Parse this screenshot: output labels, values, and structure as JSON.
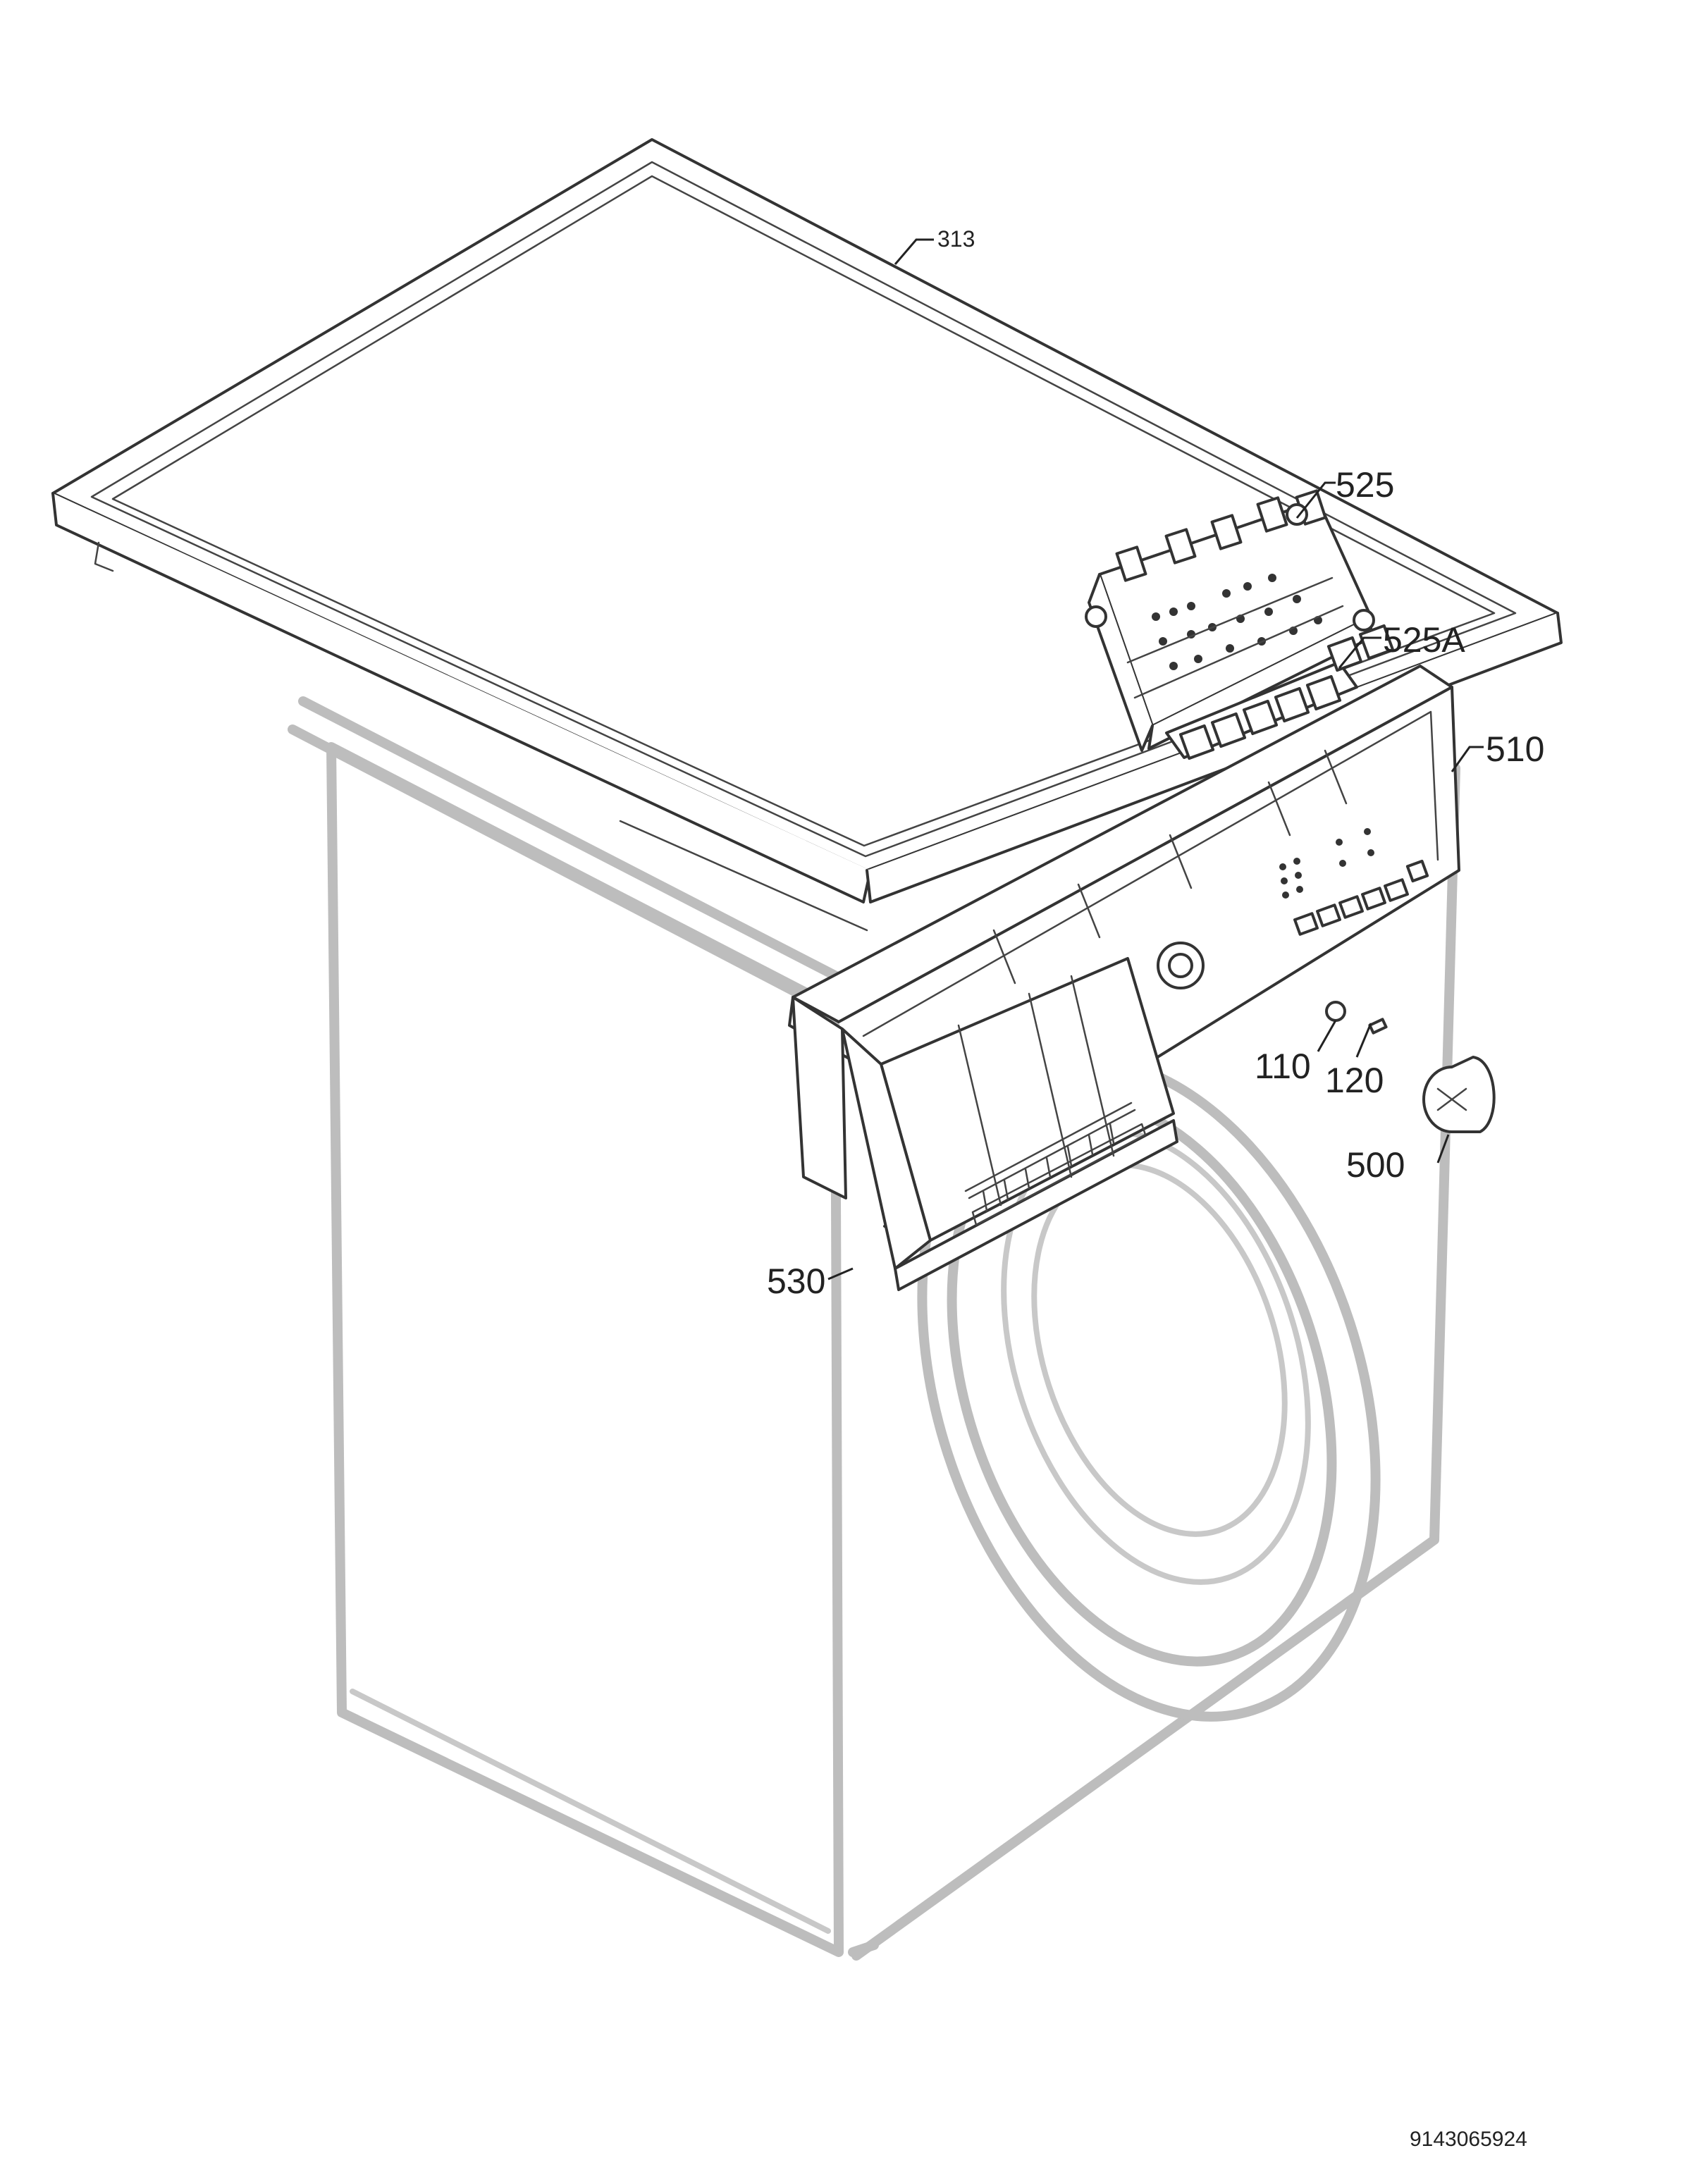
{
  "callouts": {
    "c313": "313",
    "c525": "525",
    "c525a": "525A",
    "c510": "510",
    "c110": "110",
    "c120": "120",
    "c500": "500",
    "c530": "530"
  },
  "document_number": "9143065924",
  "colors": {
    "line": "#333333",
    "ghost_line": "#bdbdbd",
    "background": "#ffffff"
  }
}
